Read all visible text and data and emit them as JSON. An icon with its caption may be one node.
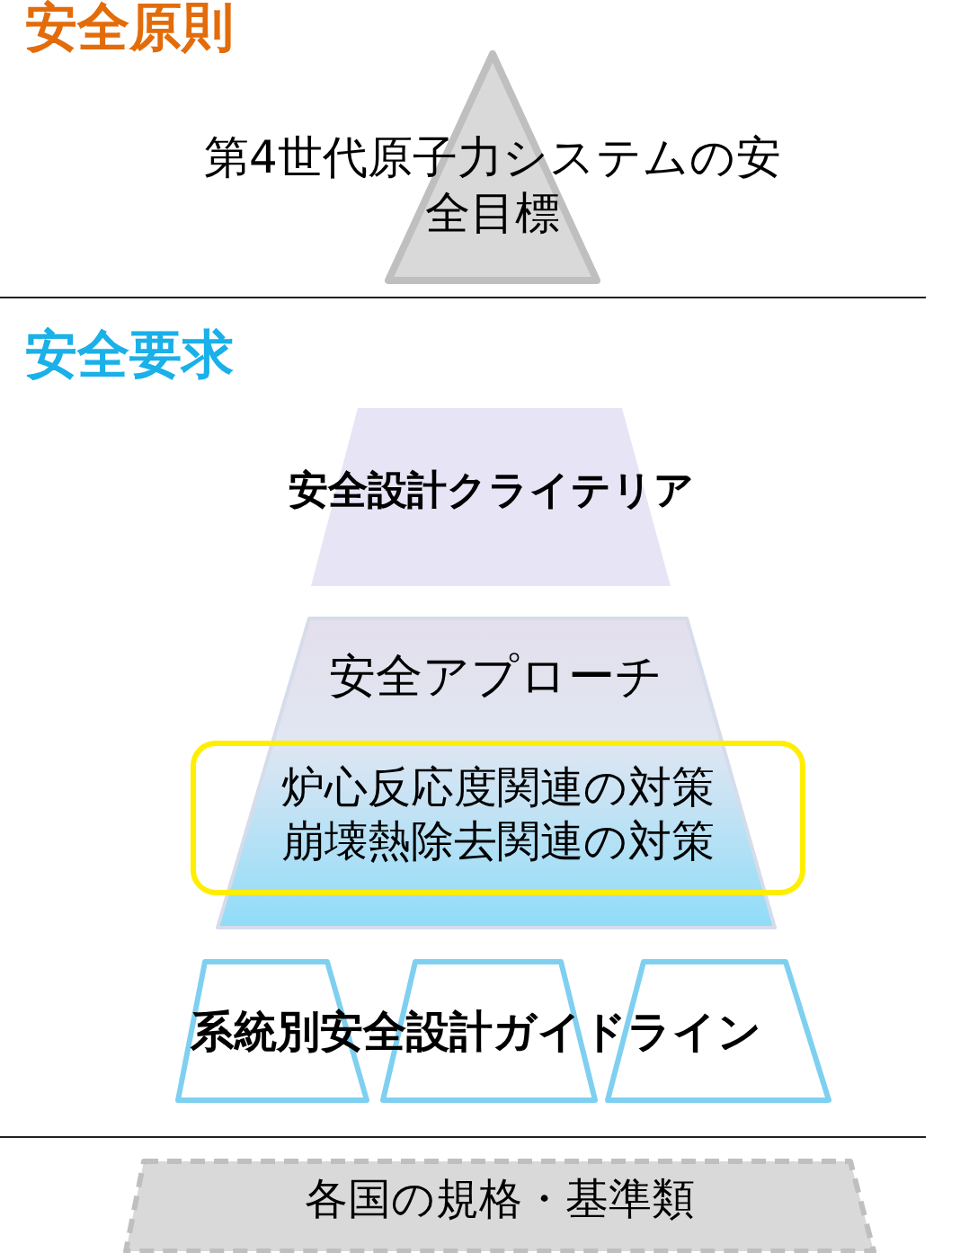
{
  "diagram": {
    "nodes": [
      {
        "text": [
          "第4世代原子力システムの安全目標"
        ]
      },
      {
        "text": [
          "安全設計クライテリア"
        ]
      },
      {
        "text": [
          "安全アプローチ"
        ]
      },
      {
        "text": [
          "炉心反応度関連の対策崩壊熱除去関連の対策"
        ]
      },
      {
        "text": [],
        "shape": "trapezoid"
      },
      {
        "text": [],
        "shape": "trapezoid"
      },
      {
        "text": [],
        "shape": "trapezoid"
      },
      {
        "text": [
          "各国の規格・基準類"
        ]
      }
    ],
    "edges": [],
    "labels": [
      "安全原則",
      "安全要求",
      "系統別安全設計ガイドライン"
    ]
  }
}
